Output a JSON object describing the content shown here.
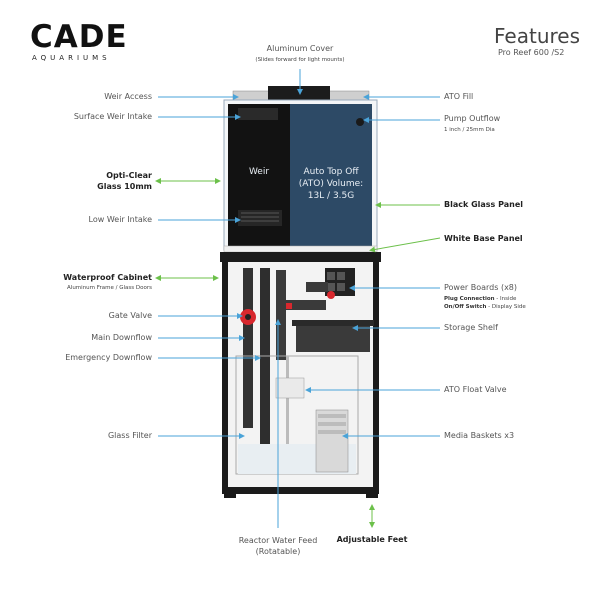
{
  "brand": {
    "name": "CADE",
    "tagline": "AQUARIUMS"
  },
  "header": {
    "title": "Features",
    "subtitle": "Pro Reef 600 /S2"
  },
  "tank": {
    "weir_label": "Weir",
    "ato_label": "Auto Top Off (ATO) Volume: 13L / 3.5G"
  },
  "labels": {
    "aluminum_cover": "Aluminum Cover",
    "aluminum_cover_sub": "(Slides forward for light mounts)",
    "weir_access": "Weir Access",
    "surface_weir_intake": "Surface Weir Intake",
    "opti_clear_glass": "Opti-Clear Glass 10mm",
    "low_weir_intake": "Low Weir Intake",
    "waterproof_cabinet": "Waterproof Cabinet",
    "waterproof_cabinet_sub": "Aluminum Frame / Glass Doors",
    "gate_valve": "Gate Valve",
    "main_downflow": "Main Downflow",
    "emergency_downflow": "Emergency Downflow",
    "glass_filter": "Glass Filter",
    "reactor_water_feed": "Reactor Water Feed (Rotatable)",
    "adjustable_feet": "Adjustable Feet",
    "ato_fill": "ATO Fill",
    "pump_outflow": "Pump Outflow",
    "pump_outflow_sub": "1 inch / 25mm Dia",
    "black_glass_panel": "Black Glass Panel",
    "white_base_panel": "White Base Panel",
    "power_boards": "Power Boards (x8)",
    "power_boards_sub1_bold": "Plug Connection",
    "power_boards_sub1": " - Inside",
    "power_boards_sub2_bold": "On/Off Switch",
    "power_boards_sub2": " - Display Side",
    "storage_shelf": "Storage Shelf",
    "ato_float_valve": "ATO Float Valve",
    "media_baskets": "Media Baskets x3"
  },
  "colors": {
    "blue_arrow": "#4aa3d8",
    "green_arrow": "#6cc04a",
    "ato_glass": "#2d4a66",
    "frame": "#1a1a1a",
    "valve_red": "#d8282e"
  }
}
